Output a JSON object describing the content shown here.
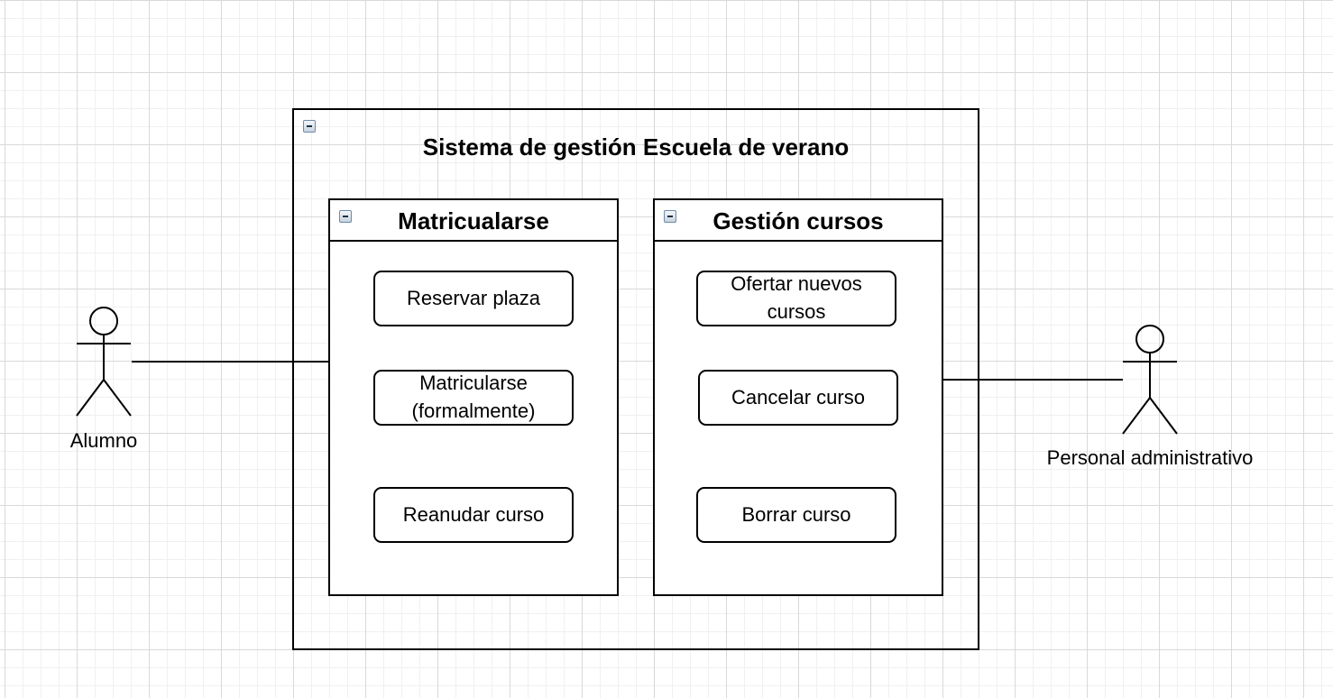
{
  "system": {
    "title": "Sistema de gestión Escuela de verano"
  },
  "packages": [
    {
      "title": "Matricualarse",
      "use_cases": [
        "Reservar plaza",
        "Matricularse (formalmente)",
        "Reanudar curso"
      ]
    },
    {
      "title": "Gestión cursos",
      "use_cases": [
        "Ofertar nuevos cursos",
        "Cancelar curso",
        "Borrar curso"
      ]
    }
  ],
  "actors": [
    {
      "name": "Alumno"
    },
    {
      "name": "Personal administrativo"
    }
  ]
}
